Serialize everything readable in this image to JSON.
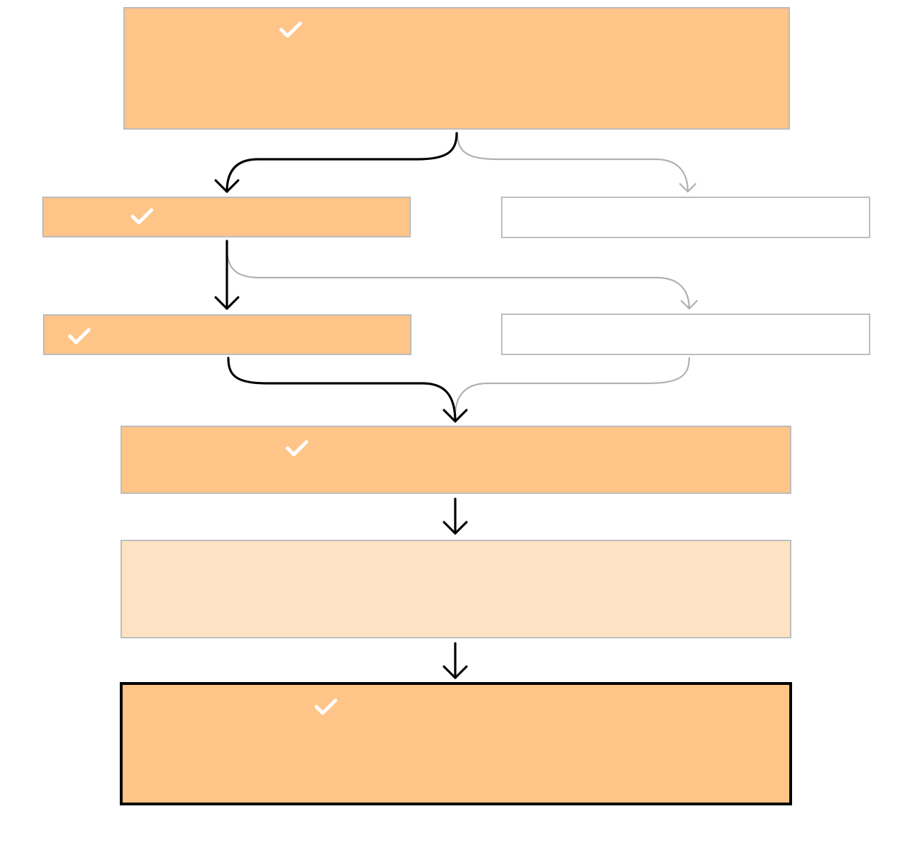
{
  "colors": {
    "active_fill": "#FFC488",
    "pending_fill": "#FFE1C4",
    "inactive_fill": "#FFFFFF",
    "box_border": "#BDBDBD",
    "current_border": "#000000",
    "active_connector": "#000000",
    "inactive_connector": "#B0B0B0",
    "check_mark": "#FFFFFF"
  },
  "steps": [
    {
      "id": "step-1",
      "status": "completed",
      "label": ""
    },
    {
      "id": "step-2a",
      "status": "completed",
      "label": ""
    },
    {
      "id": "step-2b",
      "status": "skipped",
      "label": ""
    },
    {
      "id": "step-3a",
      "status": "completed",
      "label": ""
    },
    {
      "id": "step-3b",
      "status": "skipped",
      "label": ""
    },
    {
      "id": "step-4",
      "status": "completed",
      "label": ""
    },
    {
      "id": "step-5",
      "status": "pending",
      "label": ""
    },
    {
      "id": "step-6",
      "status": "current",
      "label": ""
    }
  ],
  "connectors": [
    {
      "from": "step-1",
      "to": "step-2a",
      "state": "active"
    },
    {
      "from": "step-1",
      "to": "step-2b",
      "state": "inactive"
    },
    {
      "from": "step-2a",
      "to": "step-3a",
      "state": "active"
    },
    {
      "from": "step-2a",
      "to": "step-3b",
      "state": "inactive"
    },
    {
      "from": "step-3a",
      "to": "step-4",
      "state": "active"
    },
    {
      "from": "step-3b",
      "to": "step-4",
      "state": "inactive"
    },
    {
      "from": "step-4",
      "to": "step-5",
      "state": "active"
    },
    {
      "from": "step-5",
      "to": "step-6",
      "state": "active"
    }
  ]
}
